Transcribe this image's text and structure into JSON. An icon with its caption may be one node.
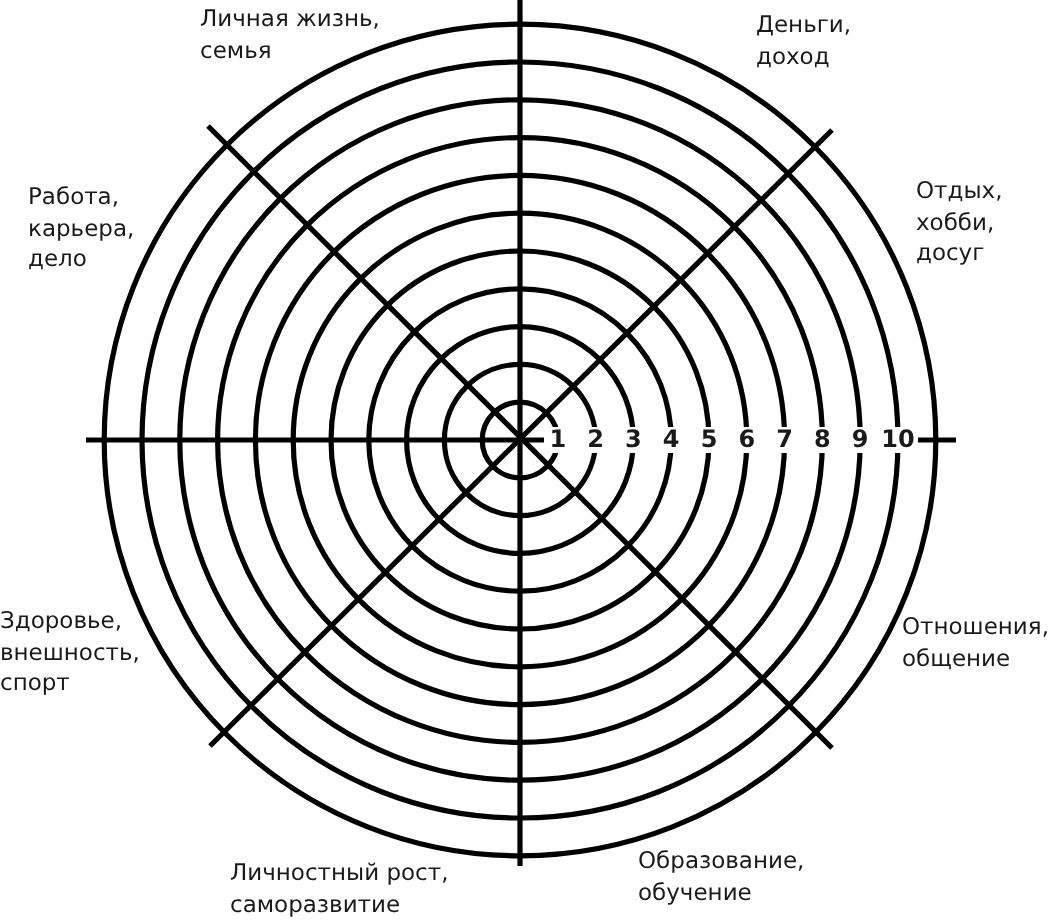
{
  "diagram": {
    "labels": [
      "Личная жизнь, семья",
      "Деньги, доход",
      "Работа, карьера, дело",
      "Отдых, хобби, досуг",
      "1",
      "2",
      "3",
      "4",
      "5",
      "6",
      "7",
      "8",
      "9",
      "10",
      "Здоровье, внешность, спорт",
      "Отношения, общение",
      "Личностный рост, саморазвитие",
      "Образование, обучение"
    ]
  }
}
